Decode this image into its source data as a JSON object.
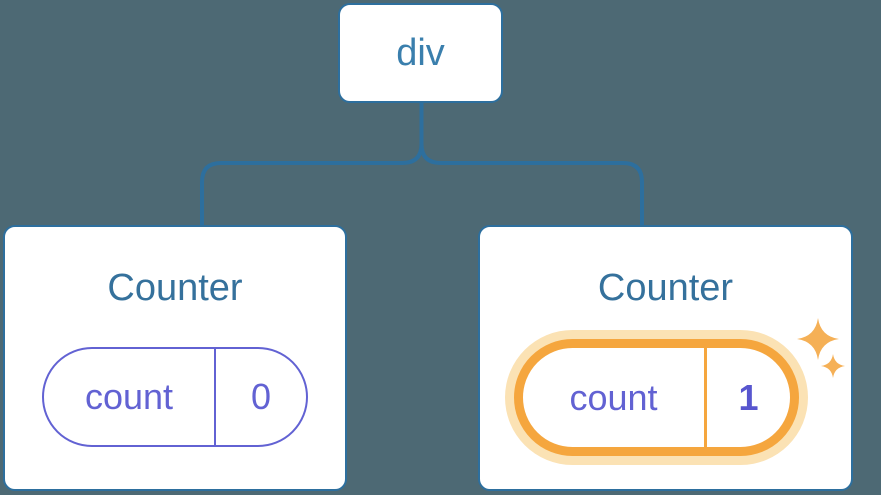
{
  "diagram": {
    "root": {
      "label": "div"
    },
    "children": [
      {
        "label": "Counter",
        "state": {
          "key": "count",
          "value": "0"
        },
        "highlighted": false
      },
      {
        "label": "Counter",
        "state": {
          "key": "count",
          "value": "1"
        },
        "highlighted": true
      }
    ]
  },
  "icons": {
    "sparkle": "four-point-star"
  },
  "colors": {
    "background": "#4d6974",
    "line_blue": "#2d6f9e",
    "root_text": "#3a7fad",
    "title_text": "#35719c",
    "purple": "#6262d3",
    "purple_bold": "#5856cf",
    "orange": "#f5a63e",
    "orange_glow": "#fbe2b4",
    "sparkle": "#f5b056",
    "card_bg": "#ffffff"
  }
}
